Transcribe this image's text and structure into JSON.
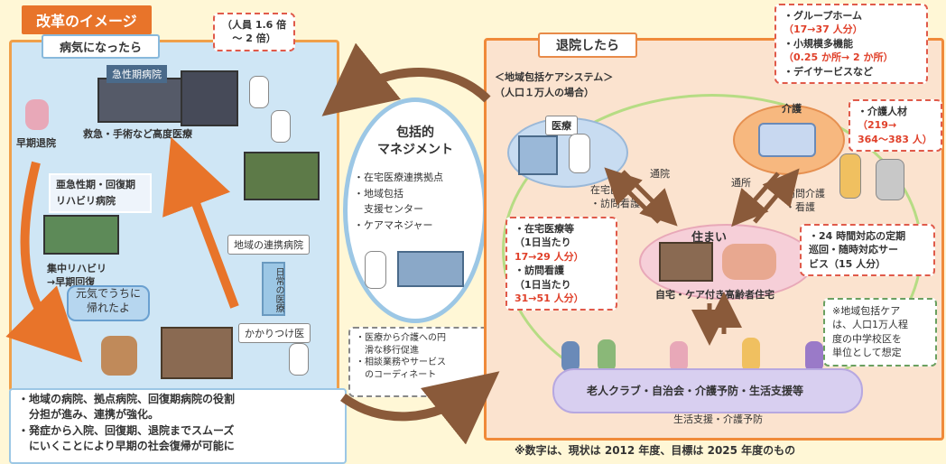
{
  "tag_label": "改革のイメージ",
  "left": {
    "header": "病気になったら",
    "callout_line1": "（人員 1.6 倍",
    "callout_line2": "～ 2 倍）",
    "acute_hospital": "急性期病院",
    "acute_caption": "救急・手術など高度医療",
    "early_discharge": "早期退院",
    "subacute_label_1": "亜急性期・回復期",
    "subacute_label_2": "リハビリ病院",
    "rehab_caption_1": "集中リハビリ",
    "rehab_caption_2": "→早期回復",
    "local_hospital": "地域の連携病院",
    "daily_care": "日常の医療",
    "family_doctor": "かかりつけ医",
    "speech_1": "元気でうちに",
    "speech_2": "帰れたよ"
  },
  "center": {
    "title_1": "包括的",
    "title_2": "マネジメント",
    "items": [
      "・在宅医療連携拠点",
      "・地域包括",
      "　支援センター",
      "・ケアマネジャー"
    ],
    "bottom_items": [
      "・医療から介護への円",
      "　滑な移行促進",
      "・相談業務やサービス",
      "　のコーディネート"
    ]
  },
  "right": {
    "header": "退院したら",
    "system_title": "＜地域包括ケアシステム＞",
    "system_sub": "（人口１万人の場合）",
    "medical": "医療",
    "care": "介護",
    "home": "住まい",
    "home_caption": "自宅・ケア付き高齢者住宅",
    "visit_clinic": "通院",
    "home_medical_1": "在宅医療",
    "home_medical_2": "・訪問看護",
    "day_care": "通所",
    "visit_care_1": "訪問介護",
    "visit_care_2": "・看護",
    "community": "老人クラブ・自治会・介護予防・生活支援等",
    "community_sub": "生活支援・介護予防",
    "top_callout": {
      "l1": "・グループホーム",
      "l2": "（17→37 人分）",
      "l3": "・小規模多機能",
      "l4": "（0.25 か所→ 2 か所）",
      "l5": "・デイサービスなど"
    },
    "staff_callout": {
      "l1": "・介護人材",
      "l2": "（219→",
      "l3": "364～383 人）"
    },
    "home_med_callout": {
      "l1": "・在宅医療等",
      "l2": "（1日当たり",
      "l3": "17→29 人分）",
      "l4": "・訪問看護",
      "l5": "（1日当たり",
      "l6": "31→51 人分）"
    },
    "h24_callout": {
      "l1": "・24 時間対応の定期",
      "l2": "巡回・随時対応サー",
      "l3": "ビス（15 人分）"
    },
    "note_callout": {
      "l1": "※地域包括ケア",
      "l2": "は、人口1万人程",
      "l3": "度の中学校区を",
      "l4": "単位として想定"
    }
  },
  "bottom_left": [
    "・地域の病院、拠点病院、回復期病院の役割",
    "　分担が進み、連携が強化。",
    "・発症から入院、回復期、退院までスムーズ",
    "　にいくことにより早期の社会復帰が可能に"
  ],
  "footnote": "※数字は、現状は 2012 年度、目標は 2025 年度のもの"
}
